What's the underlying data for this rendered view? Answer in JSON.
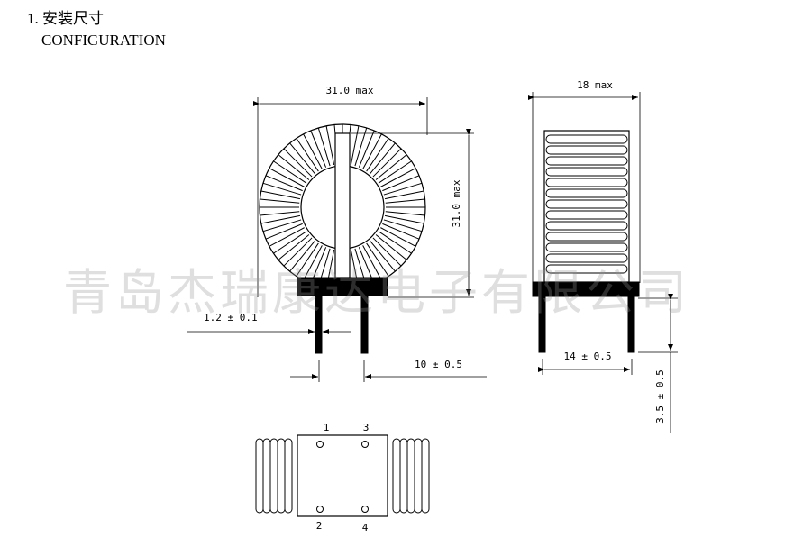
{
  "header": {
    "title": "1. 安装尺寸",
    "subtitle": "CONFIGURATION"
  },
  "watermark": "青岛杰瑞康达电子有限公司",
  "dimensions": {
    "width_max": "31.0 max",
    "height_max": "31.0 max",
    "depth_max": "18 max",
    "pin_diameter": "1.2  ±  0.1",
    "pin_pitch": "10  ±  0.5",
    "side_pin_pitch": "14  ±  0.5",
    "pin_length": "3.5  ±  0.5"
  },
  "pins": [
    "1",
    "3",
    "2",
    "4"
  ]
}
